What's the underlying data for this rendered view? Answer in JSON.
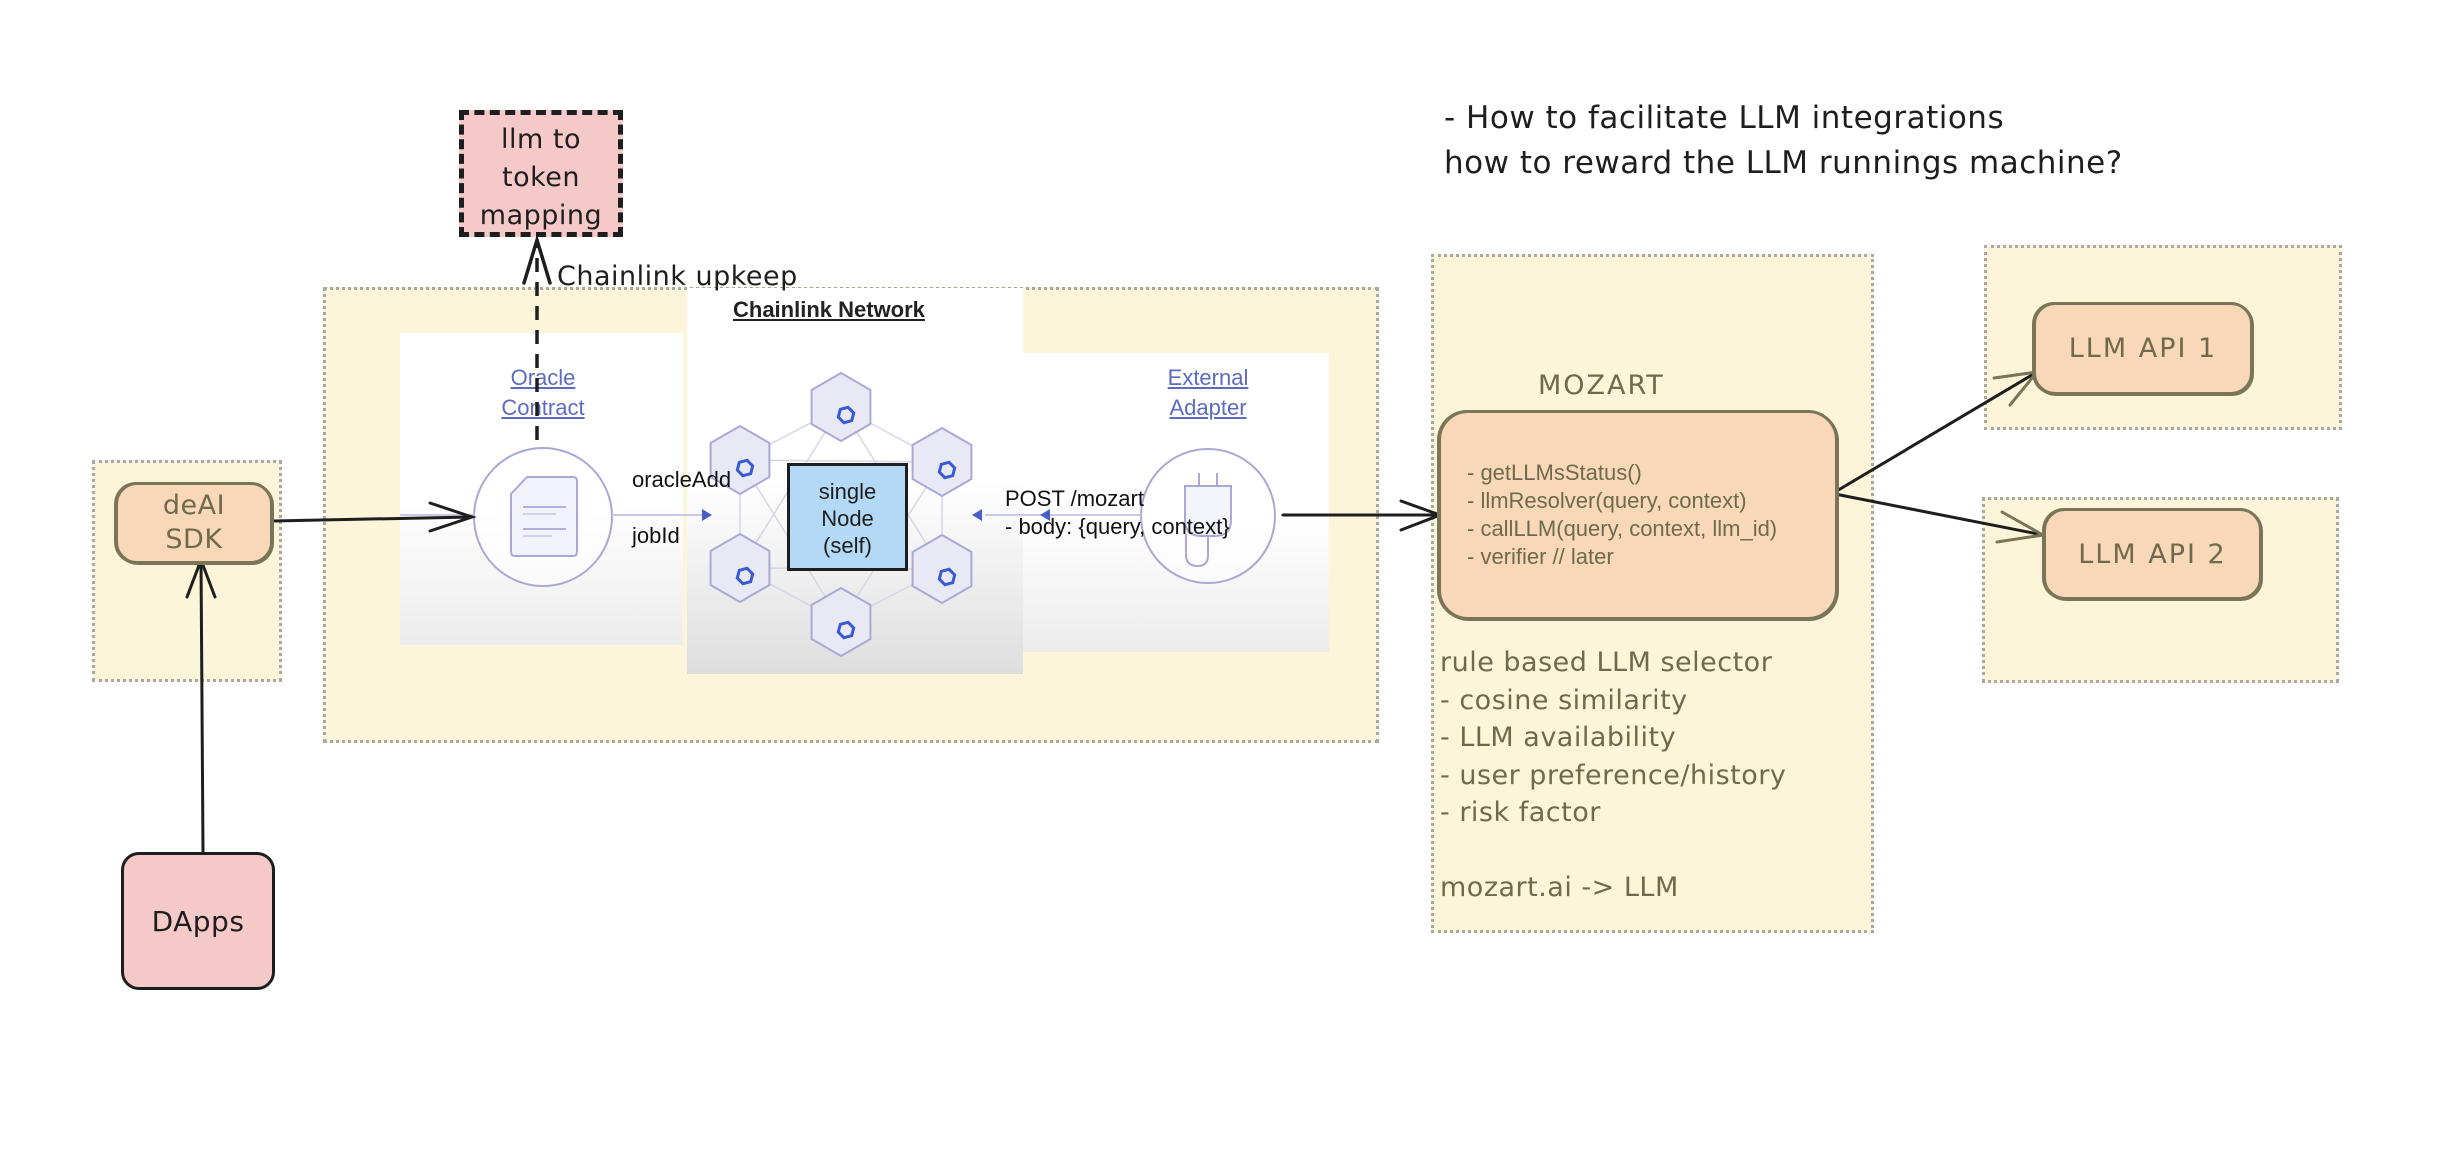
{
  "notes": {
    "line1": "- How to facilitate LLM integrations",
    "line2": "how to reward the LLM runnings machine?"
  },
  "llm_token_box": {
    "lines": [
      "llm to",
      "token",
      "mapping"
    ]
  },
  "upkeep_label": "Chainlink upkeep",
  "sdk": {
    "label_line1": "deAI",
    "label_line2": "SDK"
  },
  "dapps": {
    "label": "DApps"
  },
  "chainlink": {
    "network_title": "Chainlink Network",
    "oracle_label_line1": "Oracle",
    "oracle_label_line2": "Contract",
    "adapter_label_line1": "External",
    "adapter_label_line2": "Adapter",
    "oracle_add_label": "oracleAdd",
    "job_id_label": "jobId",
    "node": {
      "line1": "single",
      "line2": "Node",
      "line3": "(self)"
    },
    "post_label_line1": "POST /mozart",
    "post_label_line2": "- body: {query, context}"
  },
  "mozart": {
    "title": "MOZART",
    "methods": [
      "- getLLMsStatus()",
      "- llmResolver(query, context)",
      "- callLLM(query, context, llm_id)",
      "- verifier // later"
    ],
    "selector_title": "rule based LLM selector",
    "selector_items": [
      "- cosine similarity",
      "- LLM availability",
      "- user preference/history",
      "- risk factor"
    ],
    "footer": "mozart.ai -> LLM"
  },
  "apis": [
    {
      "label": "LLM API 1"
    },
    {
      "label": "LLM API 2"
    }
  ],
  "colors": {
    "zone_fill": "#fdf5d9",
    "sketch_fill": "#f8d8b8",
    "sketch_stroke": "#7a7556",
    "pink_fill": "#f6c9c9",
    "node_fill": "#b3d9f7",
    "link_blue": "#5c6bc0"
  }
}
